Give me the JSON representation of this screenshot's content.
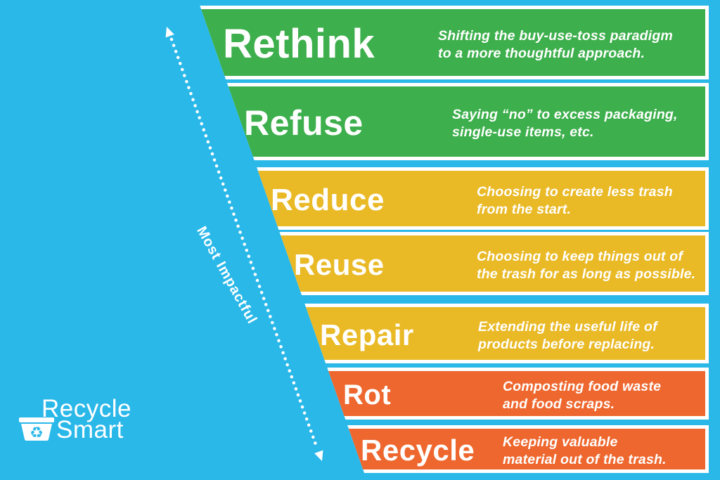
{
  "colors": {
    "background": "#2ab8e9",
    "green": "#3daf4c",
    "yellow": "#e9b926",
    "orange": "#ee672e",
    "text": "#ffffff"
  },
  "arrow": {
    "label": "Most Impactful"
  },
  "logo": {
    "line1": "Recycle",
    "line2": "Smart",
    "icon": "recycle-bin-icon",
    "recycle_symbol": "♻"
  },
  "funnel": {
    "rows": [
      {
        "title": "Rethink",
        "description": "Shifting the buy-use-toss paradigm\nto a more thoughtful approach.",
        "color": "#3daf4c"
      },
      {
        "title": "Refuse",
        "description": "Saying “no” to excess packaging,\nsingle-use items, etc.",
        "color": "#3daf4c"
      },
      {
        "title": "Reduce",
        "description": "Choosing to create less trash\nfrom the start.",
        "color": "#e9b926"
      },
      {
        "title": "Reuse",
        "description": "Choosing to keep things out of\nthe trash for as long as possible.",
        "color": "#e9b926"
      },
      {
        "title": "Repair",
        "description": "Extending the useful life of\nproducts before replacing.",
        "color": "#e9b926"
      },
      {
        "title": "Rot",
        "description": "Composting food waste\nand food scraps.",
        "color": "#ee672e"
      },
      {
        "title": "Recycle",
        "description": "Keeping valuable\nmaterial out of the trash.",
        "color": "#ee672e"
      }
    ]
  }
}
